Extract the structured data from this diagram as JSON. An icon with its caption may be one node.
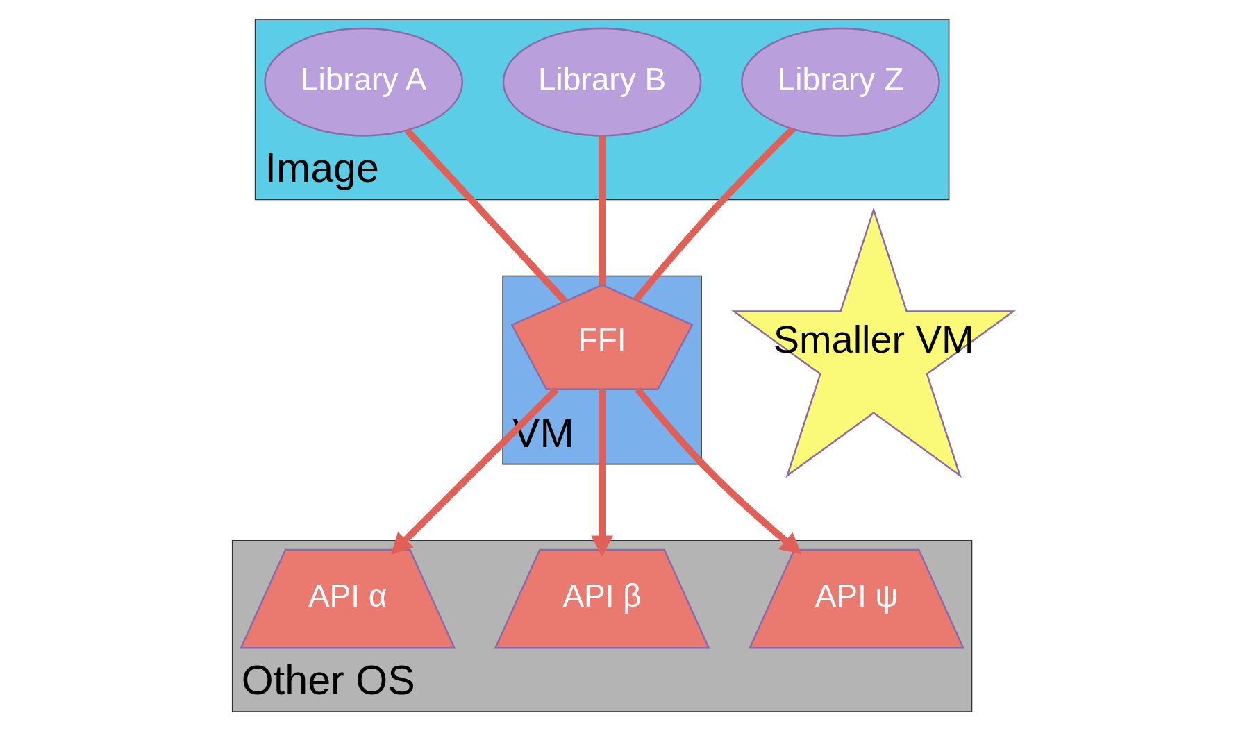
{
  "diagram": {
    "nodes": [
      {
        "text": [
          "Image"
        ]
      },
      {
        "text": [
          "Library A"
        ],
        "in": 0
      },
      {
        "text": [
          "Library B"
        ],
        "in": 0
      },
      {
        "text": [
          "Library Z"
        ],
        "in": 0
      },
      {
        "text": [
          "VM"
        ]
      },
      {
        "text": [
          "FFI"
        ],
        "in": 4
      },
      {
        "text": [
          "Smaller VM"
        ]
      },
      {
        "text": [
          "Other OS"
        ]
      },
      {
        "text": [
          "API α"
        ],
        "in": 7
      },
      {
        "text": [
          "API β"
        ],
        "in": 7
      },
      {
        "text": [
          "API ψ"
        ],
        "in": 7
      }
    ],
    "edges": [
      {
        "from": 1,
        "to": 5,
        "arrow": "none"
      },
      {
        "from": 2,
        "to": 5,
        "arrow": "none"
      },
      {
        "from": 3,
        "to": 5,
        "arrow": "none"
      },
      {
        "from": 5,
        "to": 8,
        "arrow": "to"
      },
      {
        "from": 5,
        "to": 9,
        "arrow": "to"
      },
      {
        "from": 5,
        "to": 10,
        "arrow": "to"
      }
    ]
  }
}
